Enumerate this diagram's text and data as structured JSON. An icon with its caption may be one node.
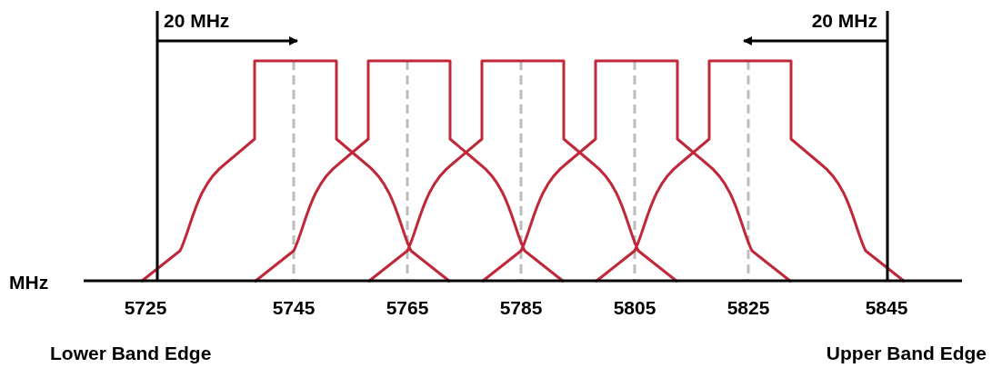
{
  "diagram": {
    "labels": [
      "20 MHz",
      "20 MHz",
      "MHz",
      "5725",
      "5745",
      "5765",
      "5785",
      "5805",
      "5825",
      "5845",
      "Lower Band Edge",
      "Upper Band Edge"
    ]
  }
}
